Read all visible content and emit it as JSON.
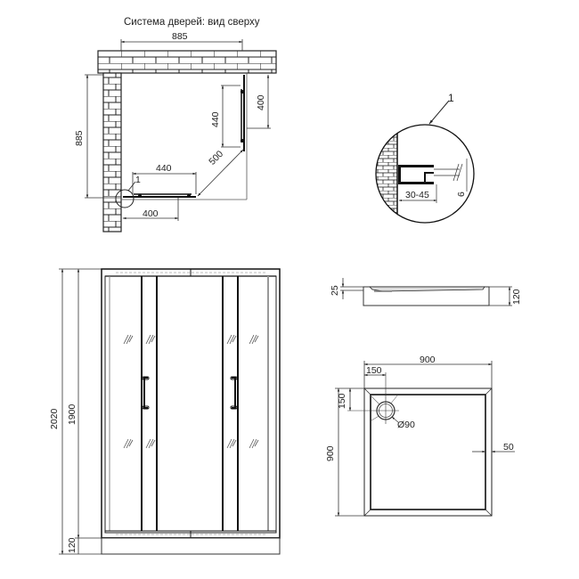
{
  "title": "Система дверей: вид сверху",
  "top_view": {
    "width_label": "885",
    "depth_label": "885",
    "right_door_length": "440",
    "right_door_offset": "400",
    "bottom_door_length": "440",
    "bottom_door_offset": "400",
    "diagonal_opening": "500",
    "callout": "1"
  },
  "detail_view": {
    "callout": "1",
    "profile_adjust_range": "30-45",
    "glass_thickness": "6"
  },
  "front_view": {
    "total_height": "2020",
    "door_height": "1900",
    "tray_height": "120"
  },
  "tray_side_view": {
    "rim_height": "25",
    "tray_height": "120"
  },
  "tray_top_view": {
    "width": "900",
    "depth": "900",
    "drain_offset_x": "150",
    "drain_offset_y": "150",
    "drain_diameter": "Ø90",
    "rim_width": "50"
  },
  "colors": {
    "line": "#1a1a1a",
    "thin_line": "#333333",
    "light_line": "#9a9a9a",
    "background": "#ffffff"
  }
}
